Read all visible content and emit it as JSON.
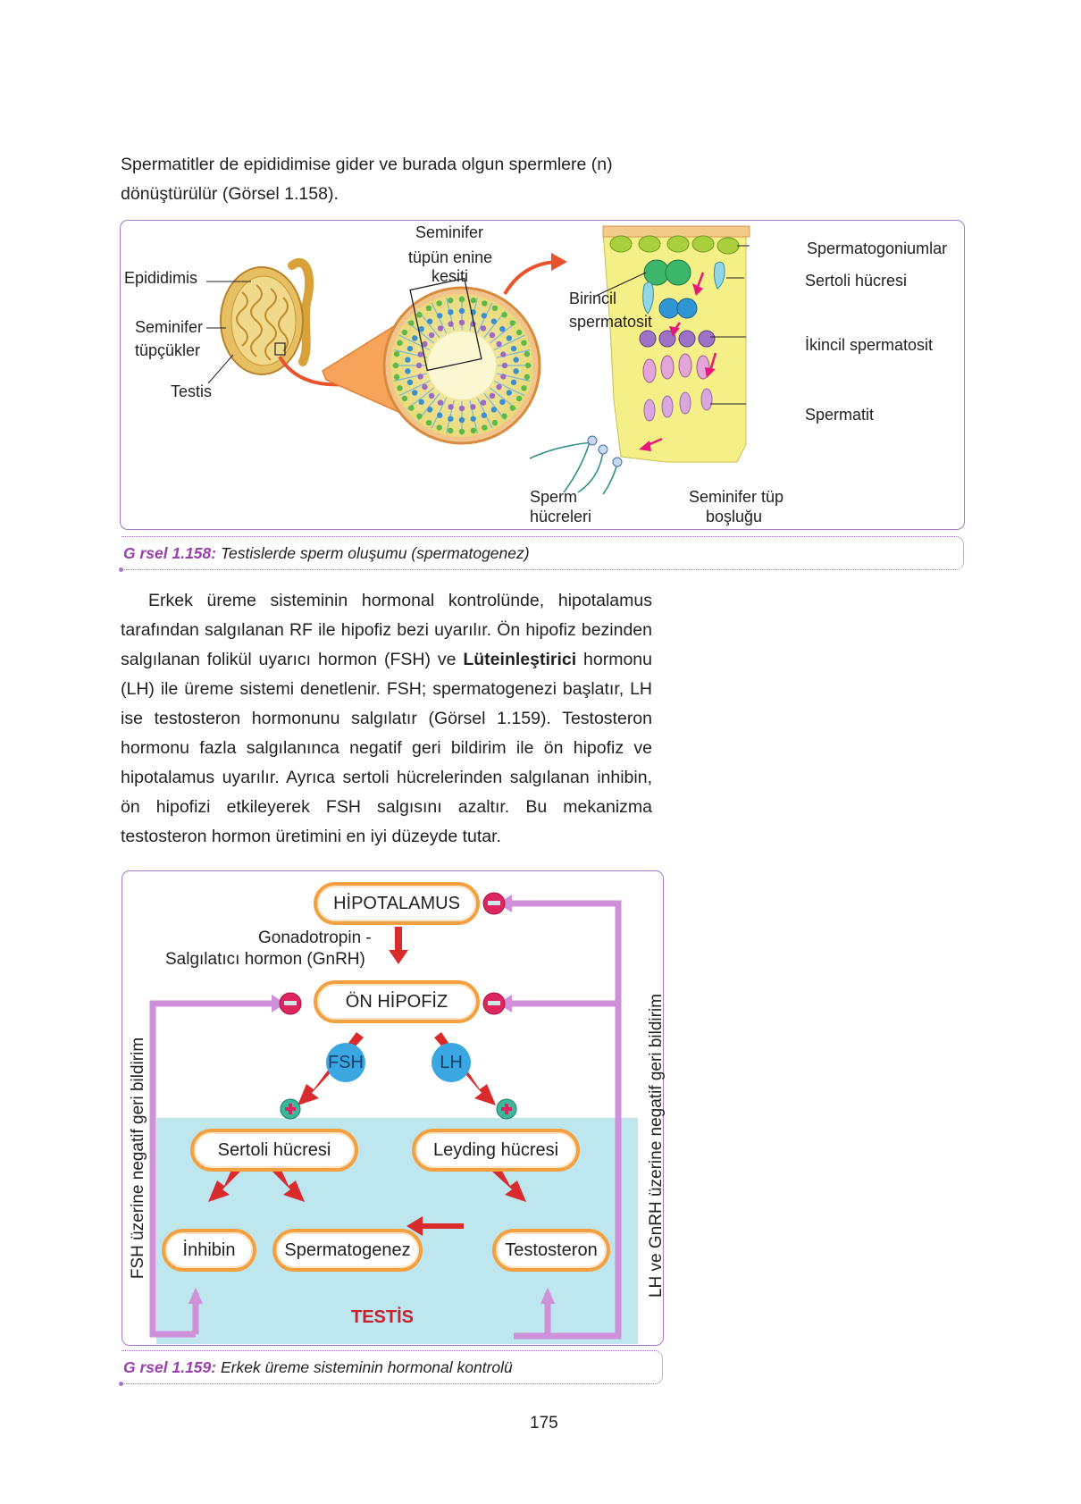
{
  "intro": {
    "text": "Spermatitler de epididimise gider ve burada olgun spermlere (n) dönüştürülür (Görsel 1.158)."
  },
  "figure1": {
    "labels": {
      "epididymis": "Epididimis",
      "seminiferous_tubules_line1": "Seminifer",
      "seminiferous_tubules_line2": "tüpçükler",
      "testis": "Testis",
      "cross_section_line1": "Seminifer",
      "cross_section_line2": "tüpün enine",
      "cross_section_line3": "kesiti",
      "primary_spermatocyte_line1": "Birincil",
      "primary_spermatocyte_line2": "spermatosit",
      "spermatogonia": "Spermatogoniumlar",
      "sertoli_cell": "Sertoli hücresi",
      "secondary_spermatocyte": "İkincil spermatosit",
      "spermatid": "Spermatit",
      "sperm_cells_line1": "Sperm",
      "sperm_cells_line2": "hücreleri",
      "lumen_line1": "Seminifer tüp",
      "lumen_line2": "boşluğu"
    },
    "caption_label": "G rsel 1.158:",
    "caption_text": " Testislerde sperm oluşumu (spermatogenez)"
  },
  "paragraph2": {
    "before_bold": "Erkek üreme sisteminin hormonal kontrolünde, hipotalamus tarafından salgılanan RF ile hipofiz bezi uyarılır. Ön hipofiz bezinden salgılanan folikül uyarıcı hormon (FSH) ve ",
    "bold": "Lüteinleştirici",
    "after_bold": " hormonu (LH) ile üreme sistemi denetlenir. FSH; spermatogenezi başlatır, LH ise testosteron hormonunu salgılatır (Görsel 1.159). Testosteron hormonu fazla salgılanınca negatif geri bildirim ile ön hipofiz ve hipotalamus uyarılır. Ayrıca sertoli hücrelerinden salgılanan inhibin, ön hipofizi etkileyerek FSH salgısını azaltır. Bu mekanizma testosteron hormon üretimini en iyi düzeyde tutar."
  },
  "figure2": {
    "hypothalamus": "HİPOTALAMUS",
    "gnrh_line1": "Gonadotropin -",
    "gnrh_line2": "Salgılatıcı hormon (GnRH)",
    "anterior_pituitary": "ÖN HİPOFİZ",
    "fsh": "FSH",
    "lh": "LH",
    "sertoli": "Sertoli hücresi",
    "leydig": "Leyding hücresi",
    "inhibin": "İnhibin",
    "spermatogenesis": "Spermatogenez",
    "testosterone": "Testosteron",
    "testis": "TESTİS",
    "left_feedback": "FSH üzerine negatif geri bildirim",
    "right_feedback": "LH ve GnRH üzerine negatif geri bildirim",
    "caption_label": "G rsel 1.159:",
    "caption_text": " Erkek üreme sisteminin hormonal kontrolü"
  },
  "page_number": "175"
}
